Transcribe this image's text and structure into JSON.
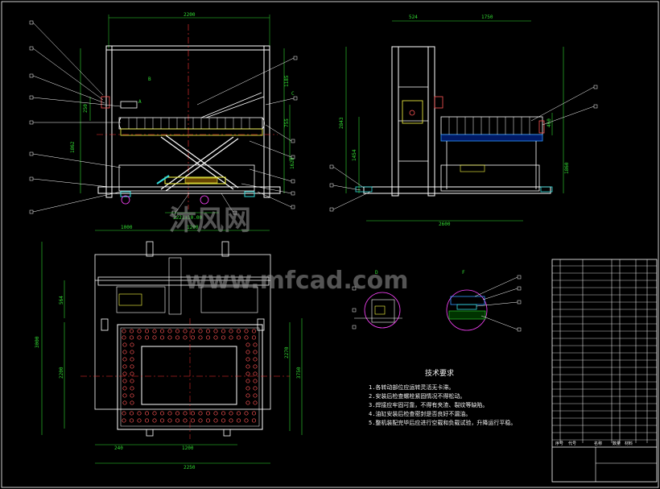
{
  "colors": {
    "background": "#000000",
    "frame_line": "#ffffff",
    "dimension_line": "#33dd33",
    "center_line": "#ff3333",
    "part_line": "#ffff44",
    "accent_magenta": "#ff44ff",
    "accent_blue": "#3399ff",
    "accent_cyan": "#33dddd",
    "accent_red": "#ff5555"
  },
  "front_view": {
    "dims": {
      "top_width": "2200",
      "left_h1": "1862",
      "left_h2": "250",
      "right_h1": "1185",
      "right_h2": "755",
      "right_h3": "1620",
      "bottom": "2221±10.00"
    },
    "labels_A": "A",
    "labels_B": "B",
    "labels_C": "C"
  },
  "side_view": {
    "dims": {
      "top_left": "524",
      "top_right": "1750",
      "left_h1": "2843",
      "left_h2": "1454",
      "right_h1": "460",
      "right_h2": "1860",
      "bottom": "2600"
    }
  },
  "plan_view": {
    "dims": {
      "top_left": "1000",
      "top_right": "1200",
      "left_total": "3000",
      "left_upper": "564",
      "left_lower": "2200",
      "right_a": "2270",
      "right_b": "3750",
      "bottom_small_l": "240",
      "bottom_mid": "1200",
      "bottom_total": "2250"
    }
  },
  "detail_labels": [
    "D",
    "F"
  ],
  "notes": {
    "title": "技术要求",
    "items": [
      "1.各转动部位应运转灵活无卡滞。",
      "2.安装后检查螺栓紧固情况不得松动。",
      "3.焊接应牢固可靠，不得有夹渣、裂纹等缺陷。",
      "4.油缸安装后检查密封是否良好不漏油。",
      "5.整机装配完毕后应进行空载和负载试验，升降运行平稳。"
    ]
  },
  "watermark": {
    "line1": "沐风网",
    "line2": "www.mfcad.com"
  },
  "title_block": {
    "headers": [
      "序号",
      "代号",
      "名称",
      "数量",
      "材料"
    ]
  }
}
